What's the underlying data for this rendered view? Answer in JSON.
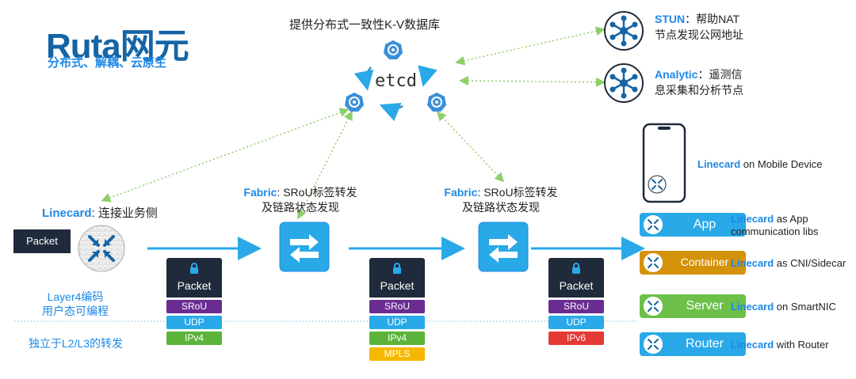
{
  "brand": {
    "title": "Ruta网元",
    "subtitle": "分布式、解耦、云原生"
  },
  "etcd": {
    "caption": "提供分布式一致性K-V数据库",
    "label": "etcd"
  },
  "stun": {
    "name": "STUN",
    "desc_line1": "：帮助NAT",
    "desc_line2": "节点发现公网地址"
  },
  "analytic": {
    "name": "Analytic",
    "desc_line1": "：遥测信",
    "desc_line2": "息采集和分析节点"
  },
  "linecard": {
    "name": "Linecard",
    "desc": ": 连接业务侧",
    "packet_label": "Packet"
  },
  "fabric1": {
    "name": "Fabric",
    "line1": ": SRoU标签转发",
    "line2": "及链路状态发现"
  },
  "fabric2": {
    "name": "Fabric",
    "line1": ": SRoU标签转发",
    "line2": "及链路状态发现"
  },
  "side_labels": {
    "layer4_line1": "Layer4编码",
    "layer4_line2": "用户态可编程",
    "independent": "独立于L2/L3的转发"
  },
  "stacks": [
    {
      "header": "Packet",
      "layers": [
        "SRoU",
        "UDP",
        "IPv4"
      ]
    },
    {
      "header": "Packet",
      "layers": [
        "SRoU",
        "UDP",
        "IPv4",
        "MPLS"
      ]
    },
    {
      "header": "Packet",
      "layers": [
        "SRoU",
        "UDP",
        "IPv6"
      ]
    }
  ],
  "endpoints": {
    "mobile": {
      "name": "Linecard",
      "desc": " on Mobile Device"
    },
    "app": {
      "pill": "App",
      "name": "Linecard",
      "desc_line1": " as App",
      "desc_line2": "communication libs"
    },
    "container": {
      "pill": "Container",
      "name": "Linecard",
      "desc": " as CNI/Sidecar"
    },
    "server": {
      "pill": "Server",
      "name": "Linecard",
      "desc": " on SmartNIC"
    },
    "router": {
      "pill": "Router",
      "name": "Linecard",
      "desc": " with Router"
    }
  },
  "colors": {
    "brand_blue": "#1565a6",
    "accent_blue": "#1e88e5",
    "cyan": "#29a9e8",
    "srou_purple": "#6a2c91",
    "ipv4_green": "#5cb33a",
    "mpls_yellow": "#f5b800",
    "ipv6_red": "#e53935",
    "container_gold": "#d4920a",
    "server_green": "#6cc04a",
    "dark_navy": "#1f2a3a",
    "link_green": "#8fcf6b"
  }
}
